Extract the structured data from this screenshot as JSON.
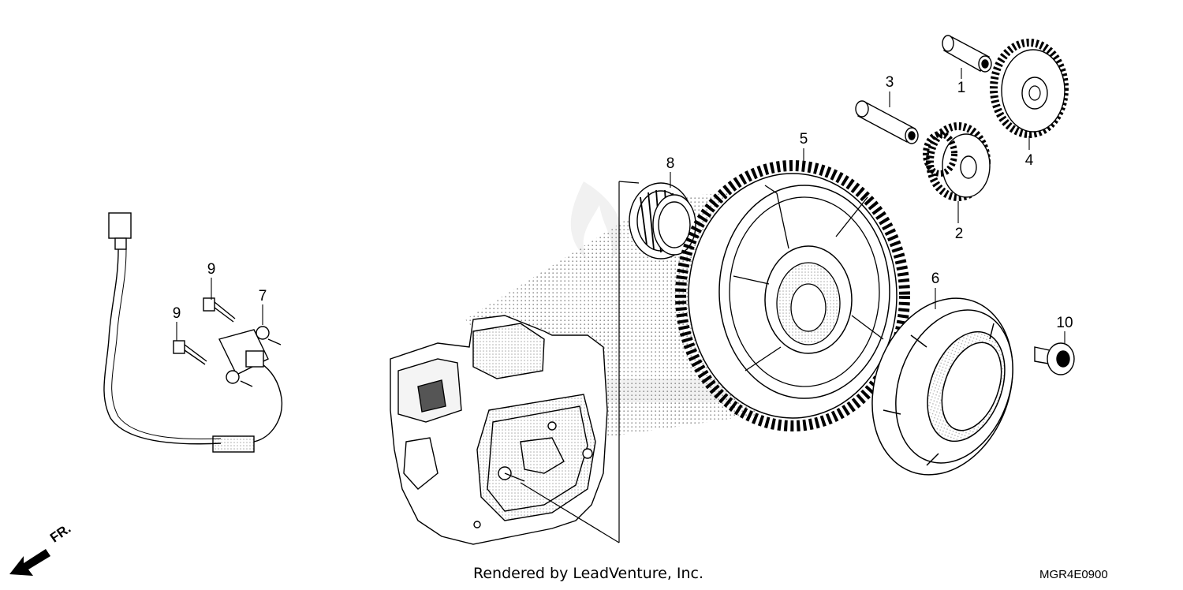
{
  "diagram": {
    "credit": "Rendered by LeadVenture, Inc.",
    "code": "MGR4E0900",
    "direction_label": "FR.",
    "callouts": [
      "1",
      "2",
      "3",
      "4",
      "5",
      "6",
      "7",
      "8",
      "9",
      "9",
      "10"
    ]
  }
}
